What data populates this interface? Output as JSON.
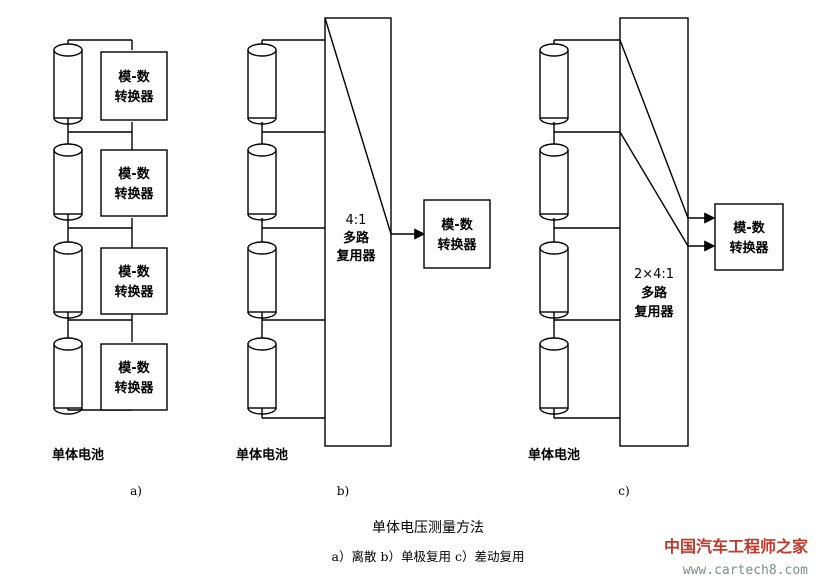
{
  "panel_a": {
    "adc_label_line1": "模-数",
    "adc_label_line2": "转换器",
    "cells_label": "单体电池",
    "sub_label": "a)"
  },
  "panel_b": {
    "mux_line1": "4:1",
    "mux_line2": "多路",
    "mux_line3": "复用器",
    "adc_label_line1": "模-数",
    "adc_label_line2": "转换器",
    "cells_label": "单体电池",
    "sub_label": "b)"
  },
  "panel_c": {
    "mux_line1": "2×4:1",
    "mux_line2": "多路",
    "mux_line3": "复用器",
    "adc_label_line1": "模-数",
    "adc_label_line2": "转换器",
    "cells_label": "单体电池",
    "sub_label": "c)"
  },
  "figure": {
    "title": "单体电压测量方法",
    "caption": "a）离散   b）单极复用   c）差动复用"
  },
  "watermark": {
    "site_name": "中国汽车工程师之家",
    "url": "www.cartech8.com"
  }
}
